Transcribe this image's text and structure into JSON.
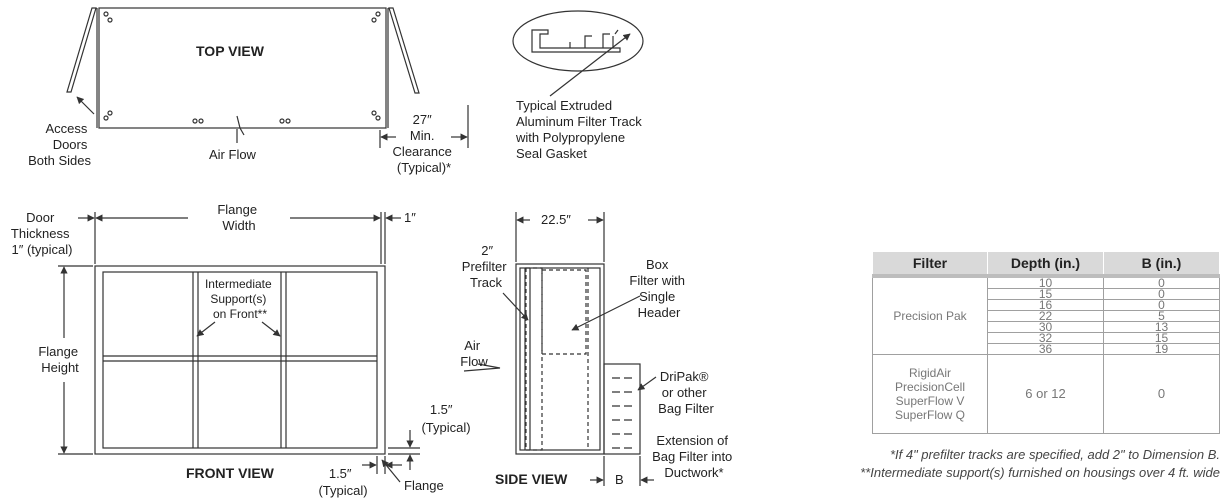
{
  "labels": {
    "top_view": "TOP VIEW",
    "access_doors": [
      "Access",
      "Doors",
      "Both Sides"
    ],
    "air_flow_top": "Air Flow",
    "clearance": [
      "27″",
      "Min.",
      "Clearance",
      "(Typical)*"
    ],
    "track": [
      "Typical Extruded",
      "Aluminum Filter Track",
      "with Polypropylene",
      "Seal Gasket"
    ],
    "door_thickness": [
      "Door",
      "Thickness",
      "1″ (typical)"
    ],
    "flange_width": [
      "Flange",
      "Width"
    ],
    "one_inch": "1″",
    "intermediate": [
      "Intermediate",
      "Support(s)",
      "on Front**"
    ],
    "flange_height": [
      "Flange",
      "Height"
    ],
    "one_five_typical": [
      "1.5″",
      "(Typical)"
    ],
    "front_view": "FRONT VIEW",
    "one_five_bottom": [
      "1.5″",
      "(Typical)"
    ],
    "flange": "Flange",
    "side_depth": "22.5″",
    "prefilter": [
      "2″",
      "Prefilter",
      "Track"
    ],
    "box_filter": [
      "Box",
      "Filter with",
      "Single",
      "Header"
    ],
    "air_flow_side": [
      "Air",
      "Flow"
    ],
    "dripak": [
      "DriPak®",
      "or other",
      "Bag Filter"
    ],
    "extension": [
      "Extension of",
      "Bag Filter into",
      "Ductwork*"
    ],
    "side_view": "SIDE VIEW",
    "b": "B"
  },
  "table": {
    "headers": [
      "Filter",
      "Depth (in.)",
      "B (in.)"
    ],
    "group1": "Precision Pak",
    "rows": [
      [
        "10",
        "0"
      ],
      [
        "15",
        "0"
      ],
      [
        "16",
        "0"
      ],
      [
        "22",
        "5"
      ],
      [
        "30",
        "13"
      ],
      [
        "32",
        "15"
      ],
      [
        "36",
        "19"
      ]
    ],
    "group2": [
      "RigidAir",
      "PrecisionCell",
      "SuperFlow V",
      "SuperFlow Q"
    ],
    "group2_depth": "6 or 12",
    "group2_b": "0"
  },
  "notes": [
    "*If 4\" prefilter tracks are specified, add 2\" to Dimension B.",
    "**Intermediate support(s) furnished on housings over 4 ft. wide"
  ]
}
